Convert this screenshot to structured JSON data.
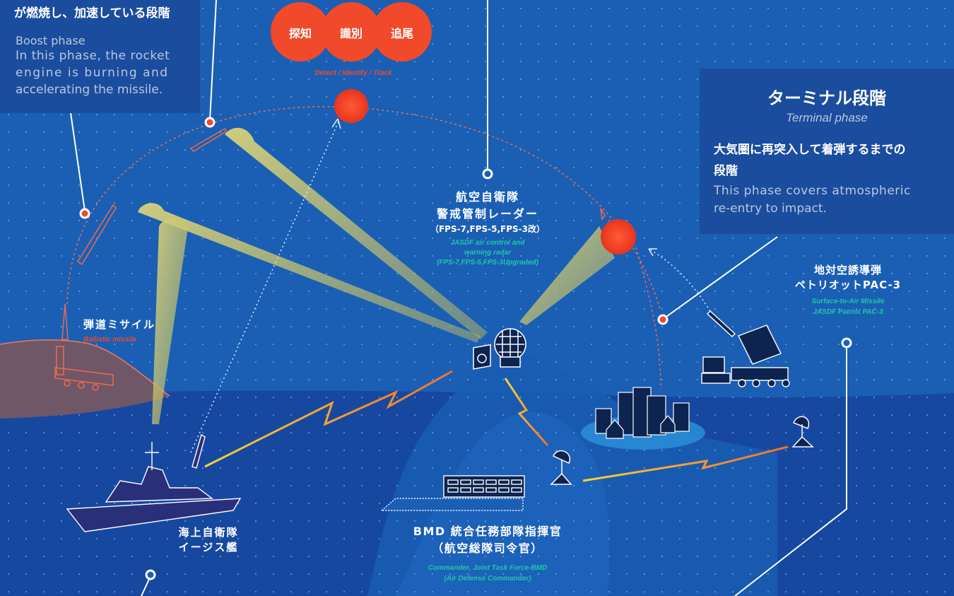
{
  "boost_box": {
    "jp_text": "が燃焼し、加速している段階",
    "en_title": "Boost phase",
    "en_line1": "In this phase, the rocket",
    "en_line2": "engine is burning and",
    "en_line3": "accelerating the missile."
  },
  "detect": {
    "circles": [
      "探知",
      "識別",
      "追尾"
    ],
    "en": "Detect / Identify / Track"
  },
  "terminal_box": {
    "title": "ターミナル段階",
    "subtitle": "Terminal phase",
    "jp_line1": "大気圏に再突入して着弾するまでの",
    "jp_line2": "段階",
    "en_line1": "This phase covers atmospheric",
    "en_line2": "re-entry to impact."
  },
  "radar": {
    "jp1": "航空自衛隊",
    "jp2": "警戒管制レーダー",
    "jp3": "（FPS-7,FPS-5,FPS-3改）",
    "en1": "JASDF air control and",
    "en2": "warning radar",
    "en3": "(FPS-7,FPS-5,FPS-3Upgraded)"
  },
  "pac3": {
    "jp1": "地対空誘導弾",
    "jp2": "ペトリオットPAC-3",
    "en1": "Surface-to-Air Missile",
    "en2": "JASDF Patriot PAC-3"
  },
  "missile": {
    "jp": "弾道ミサイル",
    "en": "Ballistic missile"
  },
  "aegis": {
    "jp1": "海上自衛隊",
    "jp2": "イージス艦"
  },
  "bmd": {
    "jp1": "BMD 統合任務部隊指揮官",
    "jp2": "（航空総隊司令官）",
    "en1": "Commander, Joint Task Force-BMD",
    "en2": "(Air Defense Commander)"
  },
  "colors": {
    "background": "#1a5fb4",
    "sea": "#1748a0",
    "box": "#1b4d9e",
    "accent_red": "#f04a2a",
    "accent_green": "#1fc7a7",
    "beam": "#c9c46a"
  }
}
